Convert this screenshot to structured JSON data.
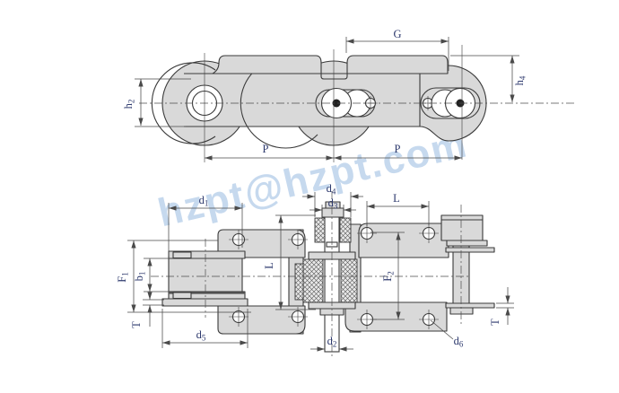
{
  "title": "conveyor-chain-engineering-drawing",
  "watermark": {
    "text": "hzpt@hzpt.com"
  },
  "colors": {
    "background": "#ffffff",
    "part_fill": "#d9d9d9",
    "outline": "#3a3a3a",
    "dim_line": "#4a4a4a",
    "label": "#2e3a6e",
    "watermark": "#bdd3ec"
  },
  "labels": {
    "G": {
      "base": "G",
      "sub": ""
    },
    "h2": {
      "base": "h",
      "sub": "2"
    },
    "h4": {
      "base": "h",
      "sub": "4"
    },
    "P_left": {
      "base": "P",
      "sub": ""
    },
    "P_right": {
      "base": "P",
      "sub": ""
    },
    "d1": {
      "base": "d",
      "sub": "1"
    },
    "d2": {
      "base": "d",
      "sub": "2"
    },
    "d3": {
      "base": "d",
      "sub": "3"
    },
    "d4": {
      "base": "d",
      "sub": "4"
    },
    "d5": {
      "base": "d",
      "sub": "5"
    },
    "d6": {
      "base": "d",
      "sub": "6"
    },
    "L_top": {
      "base": "L",
      "sub": ""
    },
    "L_vert": {
      "base": "L",
      "sub": ""
    },
    "F1": {
      "base": "F",
      "sub": "1"
    },
    "F2": {
      "base": "F",
      "sub": "2"
    },
    "b1": {
      "base": "b",
      "sub": "1"
    },
    "T_left": {
      "base": "T",
      "sub": ""
    },
    "T_right": {
      "base": "T",
      "sub": ""
    }
  }
}
